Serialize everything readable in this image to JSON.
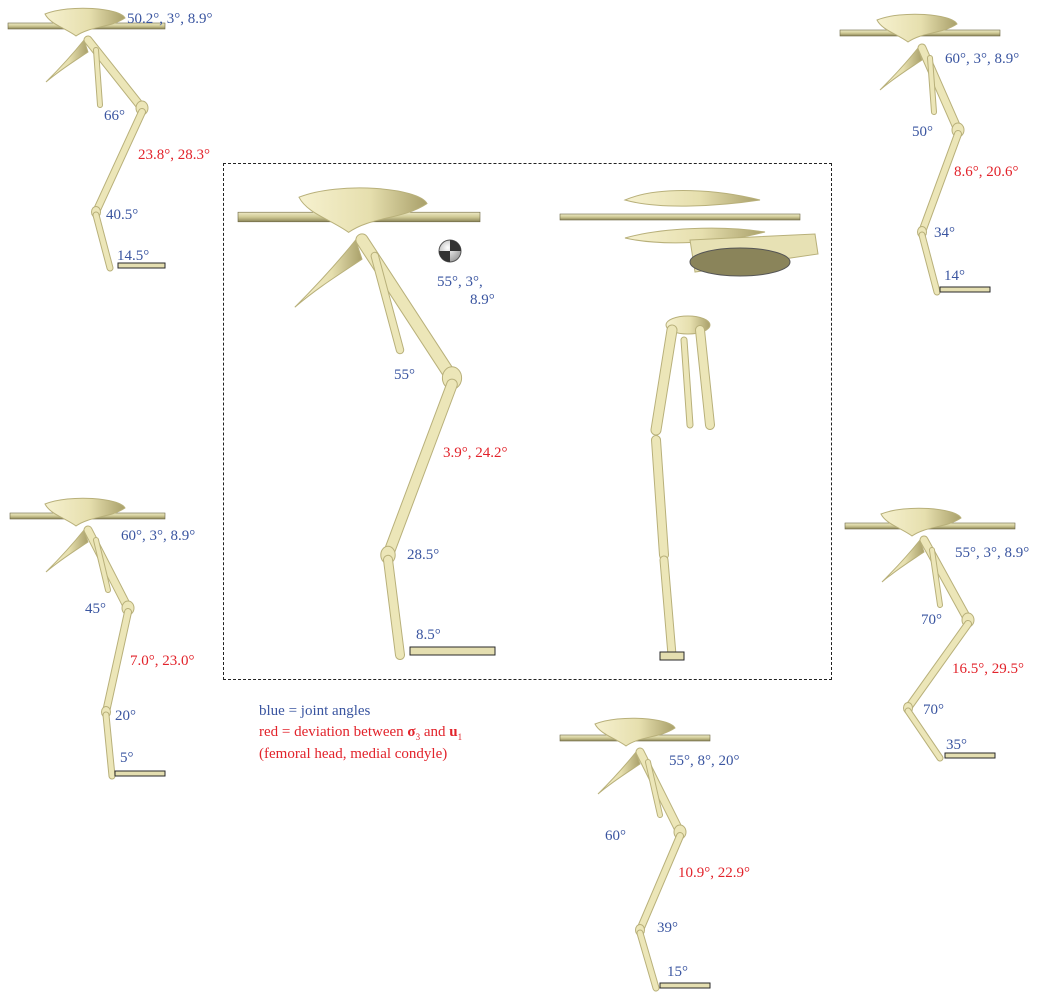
{
  "legend": {
    "blue_line": "blue = joint angles",
    "red_line_prefix": "red = deviation between ",
    "sigma": "σ",
    "sigma_sub": "3",
    "and_text": " and ",
    "u": "u",
    "u_sub": "1",
    "red_line2": "(femoral head, medial condyle)"
  },
  "poses": {
    "top_left": {
      "hip": "50.2°, 3°, 8.9°",
      "knee": "66°",
      "deviation": "23.8°, 28.3°",
      "ankle": "40.5°",
      "toe": "14.5°"
    },
    "top_right": {
      "hip": "60°, 3°, 8.9°",
      "knee": "50°",
      "deviation": "8.6°, 20.6°",
      "ankle": "34°",
      "toe": "14°"
    },
    "center": {
      "hip_line1": "55°, 3°,",
      "hip_line2": "8.9°",
      "knee": "55°",
      "deviation": "3.9°, 24.2°",
      "ankle": "28.5°",
      "toe": "8.5°"
    },
    "mid_left": {
      "hip": "60°, 3°, 8.9°",
      "knee": "45°",
      "deviation": "7.0°, 23.0°",
      "ankle": "20°",
      "toe": "5°"
    },
    "mid_right": {
      "hip": "55°, 3°, 8.9°",
      "knee": "70°",
      "deviation": "16.5°, 29.5°",
      "ankle": "70°",
      "toe": "35°"
    },
    "bottom": {
      "hip": "55°, 8°, 20°",
      "knee": "60°",
      "deviation": "10.9°, 22.9°",
      "ankle": "39°",
      "toe": "15°"
    }
  },
  "colors": {
    "bone": "#ece6b8",
    "bone_shade": "#b8b07a",
    "blue_text": "#3a55a0",
    "red_text": "#e2232b",
    "rod": "#d4cf9e"
  }
}
